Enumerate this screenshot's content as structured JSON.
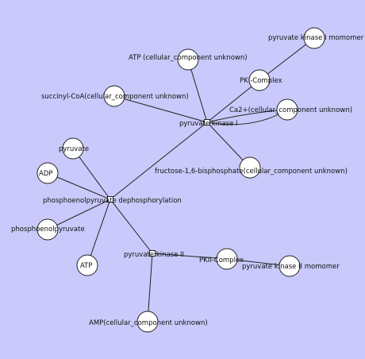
{
  "diagram": {
    "background_color": "#c9c9fb",
    "node_fill": "#ffffff",
    "stroke_color": "#222222",
    "process_nodes": [
      {
        "id": "pk1",
        "label": "pyruvate kinase I"
      },
      {
        "id": "pep",
        "label": "phosphoenolpyruvate dephosphorylation"
      },
      {
        "id": "pk2",
        "label": "pyruvate kinase II"
      }
    ],
    "entity_nodes": [
      {
        "id": "pk1mono",
        "label": "pyruvate kinase I momomer"
      },
      {
        "id": "atp_u",
        "label": "ATP (cellular_component unknown)"
      },
      {
        "id": "pkic",
        "label": "PKI-Complex"
      },
      {
        "id": "succ",
        "label": "succinyl-CoA(cellular_component unknown)"
      },
      {
        "id": "ca2",
        "label": "Ca2+(cellular_component unknown)"
      },
      {
        "id": "fbp",
        "label": "fructose-1,6-bisphosphate(cellular_component unknown)"
      },
      {
        "id": "pyr",
        "label": "pyruvate"
      },
      {
        "id": "adp",
        "label": "ADP"
      },
      {
        "id": "pepm",
        "label": "phosphoenolpyruvate"
      },
      {
        "id": "atp",
        "label": "ATP"
      },
      {
        "id": "pkiic",
        "label": "PKII-Complex"
      },
      {
        "id": "pk2mono",
        "label": "pyruvate kinase II momomer"
      },
      {
        "id": "amp",
        "label": "AMP(cellular_component unknown)"
      }
    ],
    "edges": [
      [
        "pk1",
        "pep"
      ],
      [
        "pk1",
        "atp_u"
      ],
      [
        "pk1",
        "pkic"
      ],
      [
        "pk1",
        "succ"
      ],
      [
        "pk1",
        "ca2"
      ],
      [
        "pk1",
        "fbp"
      ],
      [
        "pkic",
        "pk1mono"
      ],
      [
        "pep",
        "pyr"
      ],
      [
        "pep",
        "adp"
      ],
      [
        "pep",
        "pepm"
      ],
      [
        "pep",
        "atp"
      ],
      [
        "pep",
        "pk2"
      ],
      [
        "pk2",
        "pkiic"
      ],
      [
        "pk2",
        "amp"
      ],
      [
        "pkiic",
        "pk2mono"
      ]
    ]
  }
}
